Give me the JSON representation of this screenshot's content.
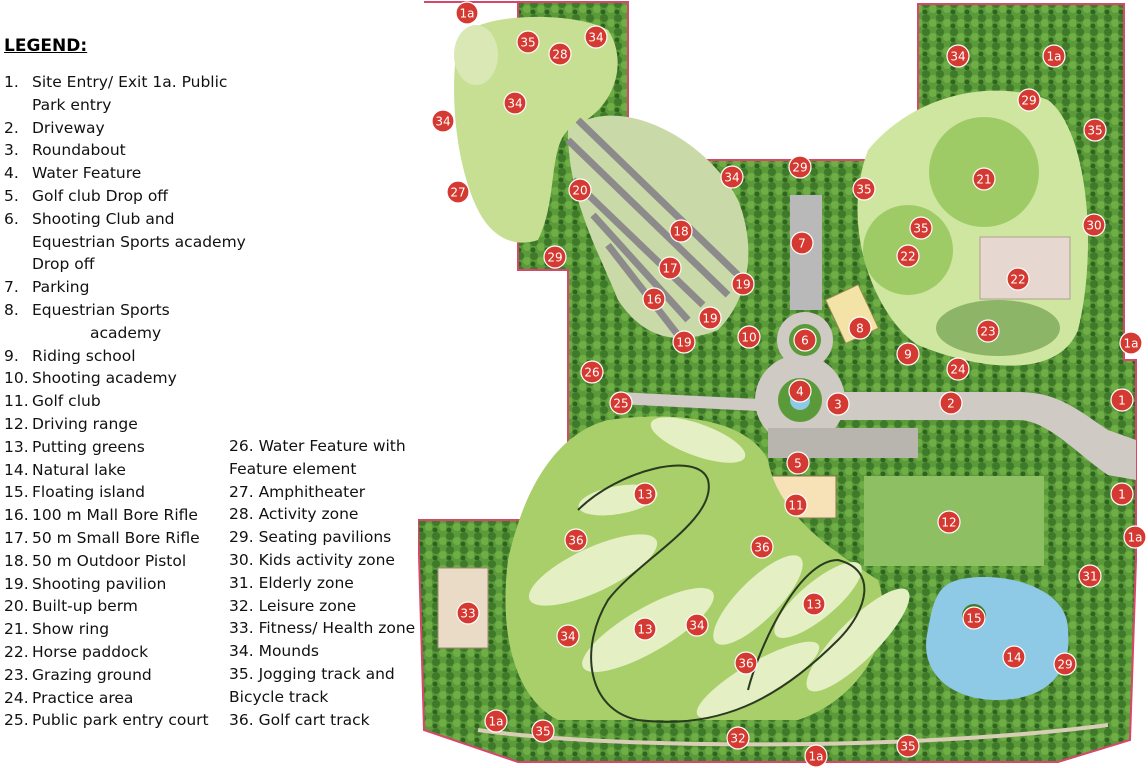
{
  "legend": {
    "title": "LEGEND:",
    "items": [
      {
        "num": "1.",
        "text": "Site Entry/ Exit   1a. Public",
        "cont": "Park entry"
      },
      {
        "num": "2.",
        "text": "Driveway"
      },
      {
        "num": "3.",
        "text": "Roundabout"
      },
      {
        "num": "4.",
        "text": "Water Feature"
      },
      {
        "num": "5.",
        "text": "Golf club Drop off"
      },
      {
        "num": "6.",
        "text": "Shooting Club and",
        "cont": "Equestrian Sports academy",
        "cont2": "Drop off"
      },
      {
        "num": "7.",
        "text": "Parking"
      },
      {
        "num": "8.",
        "text": "Equestrian Sports",
        "cont_deep": "academy"
      },
      {
        "num": "9.",
        "text": "Riding school"
      },
      {
        "num": "10.",
        "text": "Shooting academy"
      },
      {
        "num": "11.",
        "text": "Golf club"
      },
      {
        "num": "12.",
        "text": "Driving range"
      },
      {
        "num": "13.",
        "text": "Putting greens"
      },
      {
        "num": "14.",
        "text": "Natural lake"
      },
      {
        "num": "15.",
        "text": "Floating island"
      },
      {
        "num": "16.",
        "text": "100 m Mall Bore Rifle"
      },
      {
        "num": "17.",
        "text": "50 m Small Bore Rifle"
      },
      {
        "num": "18.",
        "text": "50 m Outdoor Pistol"
      },
      {
        "num": "19.",
        "text": "Shooting pavilion"
      },
      {
        "num": "20.",
        "text": "Built-up berm"
      },
      {
        "num": "21.",
        "text": "Show ring"
      },
      {
        "num": "22.",
        "text": "Horse paddock"
      },
      {
        "num": "23.",
        "text": "Grazing ground"
      },
      {
        "num": "24.",
        "text": "Practice area"
      },
      {
        "num": "25.",
        "text": "Public park entry court"
      }
    ],
    "items_col2": [
      {
        "text": "26. Water Feature with",
        "cont": "Feature element"
      },
      {
        "text": "27. Amphitheater"
      },
      {
        "text": "28. Activity zone"
      },
      {
        "text": "29. Seating pavilions"
      },
      {
        "text": "30. Kids activity zone"
      },
      {
        "text": "31. Elderly zone"
      },
      {
        "text": "32. Leisure zone"
      },
      {
        "text": "33. Fitness/ Health zone"
      },
      {
        "text": "34. Mounds"
      },
      {
        "text": "35. Jogging track and",
        "cont": "Bicycle track"
      },
      {
        "text": "36. Golf cart track"
      }
    ]
  },
  "markers": [
    {
      "label": "1a"
    },
    {
      "label": "35"
    },
    {
      "label": "28"
    },
    {
      "label": "34"
    },
    {
      "label": "34"
    },
    {
      "label": "1a"
    },
    {
      "label": "34"
    },
    {
      "label": "29"
    },
    {
      "label": "35"
    },
    {
      "label": "34"
    },
    {
      "label": "27"
    },
    {
      "label": "20"
    },
    {
      "label": "34"
    },
    {
      "label": "29"
    },
    {
      "label": "35"
    },
    {
      "label": "21"
    },
    {
      "label": "35"
    },
    {
      "label": "30"
    },
    {
      "label": "29"
    },
    {
      "label": "18"
    },
    {
      "label": "7"
    },
    {
      "label": "22"
    },
    {
      "label": "22"
    },
    {
      "label": "17"
    },
    {
      "label": "19"
    },
    {
      "label": "16"
    },
    {
      "label": "19"
    },
    {
      "label": "8"
    },
    {
      "label": "23"
    },
    {
      "label": "19"
    },
    {
      "label": "10"
    },
    {
      "label": "6"
    },
    {
      "label": "1a"
    },
    {
      "label": "9"
    },
    {
      "label": "24"
    },
    {
      "label": "26"
    },
    {
      "label": "4"
    },
    {
      "label": "25"
    },
    {
      "label": "3"
    },
    {
      "label": "2"
    },
    {
      "label": "1"
    },
    {
      "label": "5"
    },
    {
      "label": "13"
    },
    {
      "label": "11"
    },
    {
      "label": "12"
    },
    {
      "label": "1"
    },
    {
      "label": "36"
    },
    {
      "label": "36"
    },
    {
      "label": "1a"
    },
    {
      "label": "31"
    },
    {
      "label": "33"
    },
    {
      "label": "13"
    },
    {
      "label": "34"
    },
    {
      "label": "13"
    },
    {
      "label": "34"
    },
    {
      "label": "15"
    },
    {
      "label": "14"
    },
    {
      "label": "36"
    },
    {
      "label": "29"
    },
    {
      "label": "1a"
    },
    {
      "label": "35"
    },
    {
      "label": "32"
    },
    {
      "label": "1a"
    },
    {
      "label": "35"
    }
  ],
  "colors": {
    "marker": "#d43a31",
    "site_boundary": "#d9466b",
    "tree_dark": "#3f7a2a",
    "lawn": "#a8cf6a",
    "lake": "#8ec9e6",
    "path": "#cfcac3"
  }
}
